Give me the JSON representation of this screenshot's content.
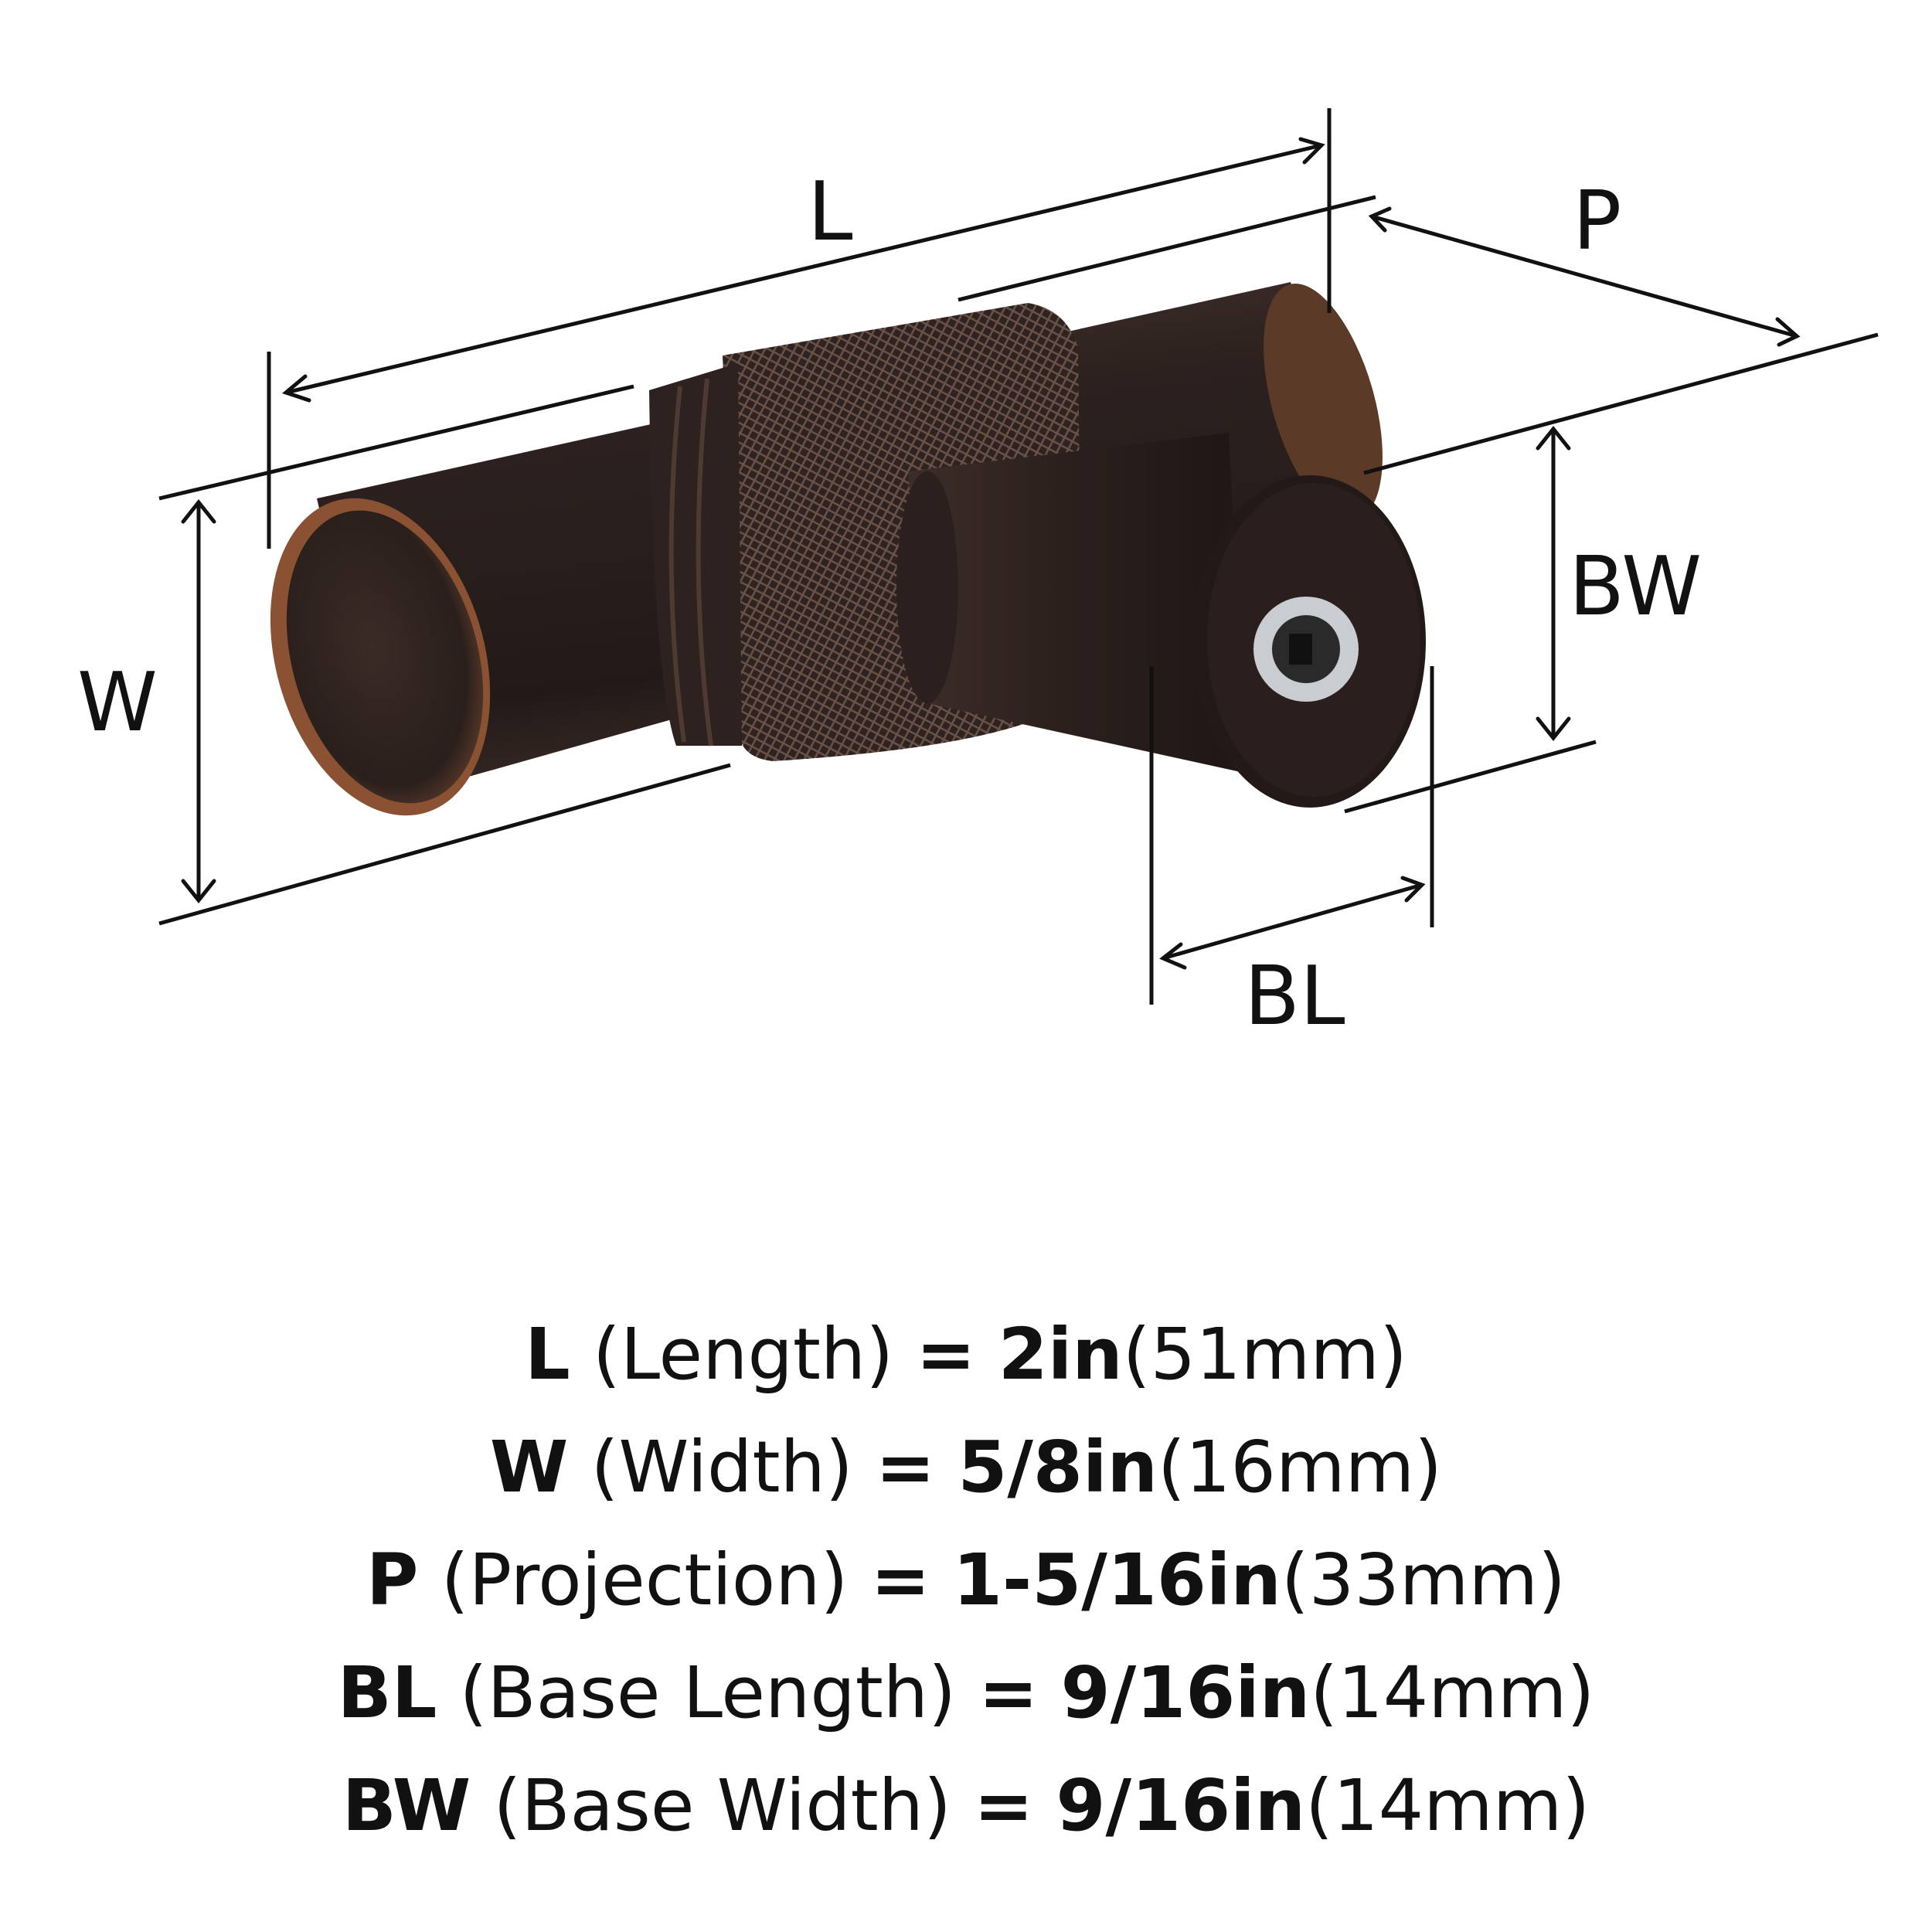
{
  "diagram": {
    "labels": {
      "length": "L",
      "width": "W",
      "projection": "P",
      "base_length": "BL",
      "base_width": "BW"
    },
    "colors": {
      "finish_dark": "#2a1f1c",
      "finish_mid": "#3e2e29",
      "copper_edge": "#a05a34",
      "line": "#111111"
    }
  },
  "specs": [
    {
      "code": "L",
      "name": "(Length)",
      "eq": "=",
      "imperial": "2in",
      "metric": "(51mm)"
    },
    {
      "code": "W",
      "name": "(Width)",
      "eq": "=",
      "imperial": "5/8in",
      "metric": "(16mm)"
    },
    {
      "code": "P",
      "name": "(Projection)",
      "eq": "=",
      "imperial": "1-5/16in",
      "metric": "(33mm)"
    },
    {
      "code": "BL",
      "name": "(Base Length)",
      "eq": "=",
      "imperial": "9/16in",
      "metric": "(14mm)"
    },
    {
      "code": "BW",
      "name": "(Base Width)",
      "eq": "=",
      "imperial": "9/16in",
      "metric": "(14mm)"
    }
  ]
}
